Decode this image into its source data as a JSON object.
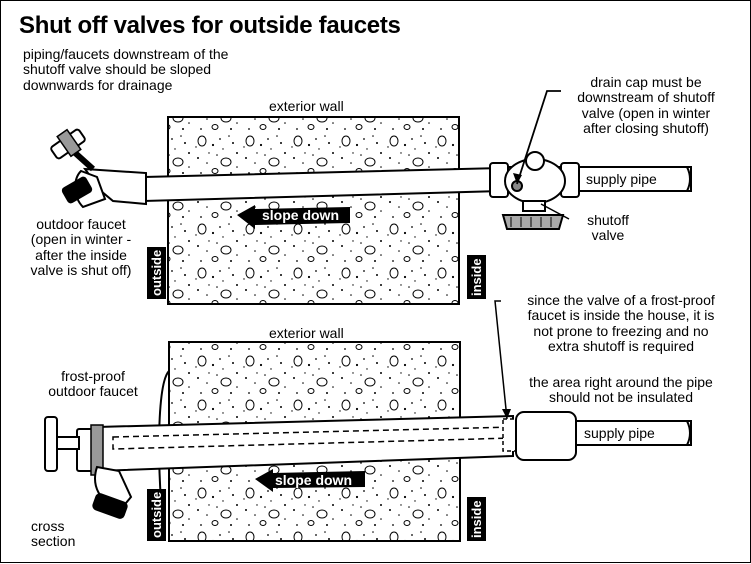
{
  "title": "Shut off valves for outside faucets",
  "note_top": "piping/faucets downstream of the\nshutoff valve should be sloped\ndownwards for drainage",
  "top": {
    "wall_label": "exterior wall",
    "drain_cap_note": "drain cap must be\ndownstream of shutoff\nvalve (open in winter\nafter closing shutoff)",
    "supply_pipe": "supply pipe",
    "shutoff_valve": "shutoff\nvalve",
    "slope": "slope down",
    "outdoor_faucet": "outdoor faucet\n(open in winter -\nafter the inside\nvalve is shut off)",
    "outside": "outside",
    "inside": "inside"
  },
  "bottom": {
    "wall_label": "exterior wall",
    "frost_proof_note": "since the valve of a frost-proof\nfaucet is inside the house, it is\nnot prone to freezing and no\nextra shutoff is required",
    "insulation_note": "the area right around the pipe\nshould not be insulated",
    "supply_pipe": "supply pipe",
    "slope": "slope down",
    "frost_proof_faucet": "frost-proof\noutdoor faucet",
    "outside": "outside",
    "inside": "inside",
    "cross_section": "cross\nsection"
  }
}
